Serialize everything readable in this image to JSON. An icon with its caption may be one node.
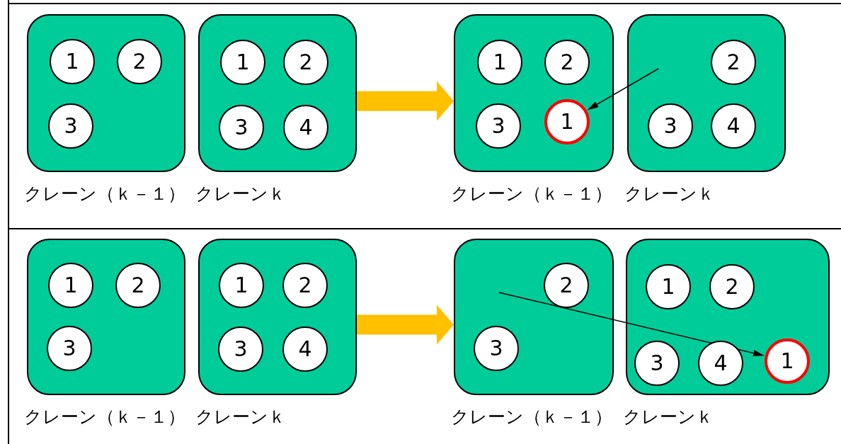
{
  "diagram": {
    "nodes": [
      {
        "text": [
          "クレーン（ｋ－１）"
        ]
      },
      {
        "text": [
          "1"
        ],
        "in": 0
      },
      {
        "text": [
          "2"
        ],
        "in": 0
      },
      {
        "text": [
          "3"
        ],
        "in": 0
      },
      {
        "text": [
          "クレーンｋ"
        ]
      },
      {
        "text": [
          "1"
        ],
        "in": 4
      },
      {
        "text": [
          "2"
        ],
        "in": 4
      },
      {
        "text": [
          "3"
        ],
        "in": 4
      },
      {
        "text": [
          "4"
        ],
        "in": 4
      },
      {
        "text": [
          "クレーン（ｋ－１）"
        ]
      },
      {
        "text": [
          "1"
        ],
        "in": 9
      },
      {
        "text": [
          "2"
        ],
        "in": 9
      },
      {
        "text": [
          "3"
        ],
        "in": 9
      },
      {
        "text": [
          "1"
        ],
        "in": 9
      },
      {
        "text": [
          "クレーンｋ"
        ]
      },
      {
        "text": [
          "2"
        ],
        "in": 14
      },
      {
        "text": [
          "3"
        ],
        "in": 14
      },
      {
        "text": [
          "4"
        ],
        "in": 14
      },
      {
        "text": [
          "クレーン（ｋ－１）"
        ]
      },
      {
        "text": [
          "1"
        ],
        "in": 18
      },
      {
        "text": [
          "2"
        ],
        "in": 18
      },
      {
        "text": [
          "3"
        ],
        "in": 18
      },
      {
        "text": [
          "クレーンｋ"
        ]
      },
      {
        "text": [
          "1"
        ],
        "in": 22
      },
      {
        "text": [
          "2"
        ],
        "in": 22
      },
      {
        "text": [
          "3"
        ],
        "in": 22
      },
      {
        "text": [
          "4"
        ],
        "in": 22
      },
      {
        "text": [
          "クレーン（ｋ－１）"
        ]
      },
      {
        "text": [
          "2"
        ],
        "in": 27
      },
      {
        "text": [
          "3"
        ],
        "in": 27
      },
      {
        "text": [
          "クレーンｋ"
        ]
      },
      {
        "text": [
          "1"
        ],
        "in": 30
      },
      {
        "text": [
          "2"
        ],
        "in": 30
      },
      {
        "text": [
          "3"
        ],
        "in": 30
      },
      {
        "text": [
          "4"
        ],
        "in": 30
      },
      {
        "text": [
          "1"
        ],
        "in": 30
      }
    ],
    "edges": [
      {
        "from": 4,
        "to": 9,
        "arrow": "to",
        "style": "thick",
        "color": "#ffc000"
      },
      {
        "from": null,
        "to": 13,
        "arrow": "to",
        "color": "#000000"
      },
      {
        "from": 22,
        "to": 27,
        "arrow": "to",
        "style": "thick",
        "color": "#ffc000"
      },
      {
        "from": null,
        "to": 35,
        "arrow": "to",
        "color": "#000000"
      }
    ]
  }
}
